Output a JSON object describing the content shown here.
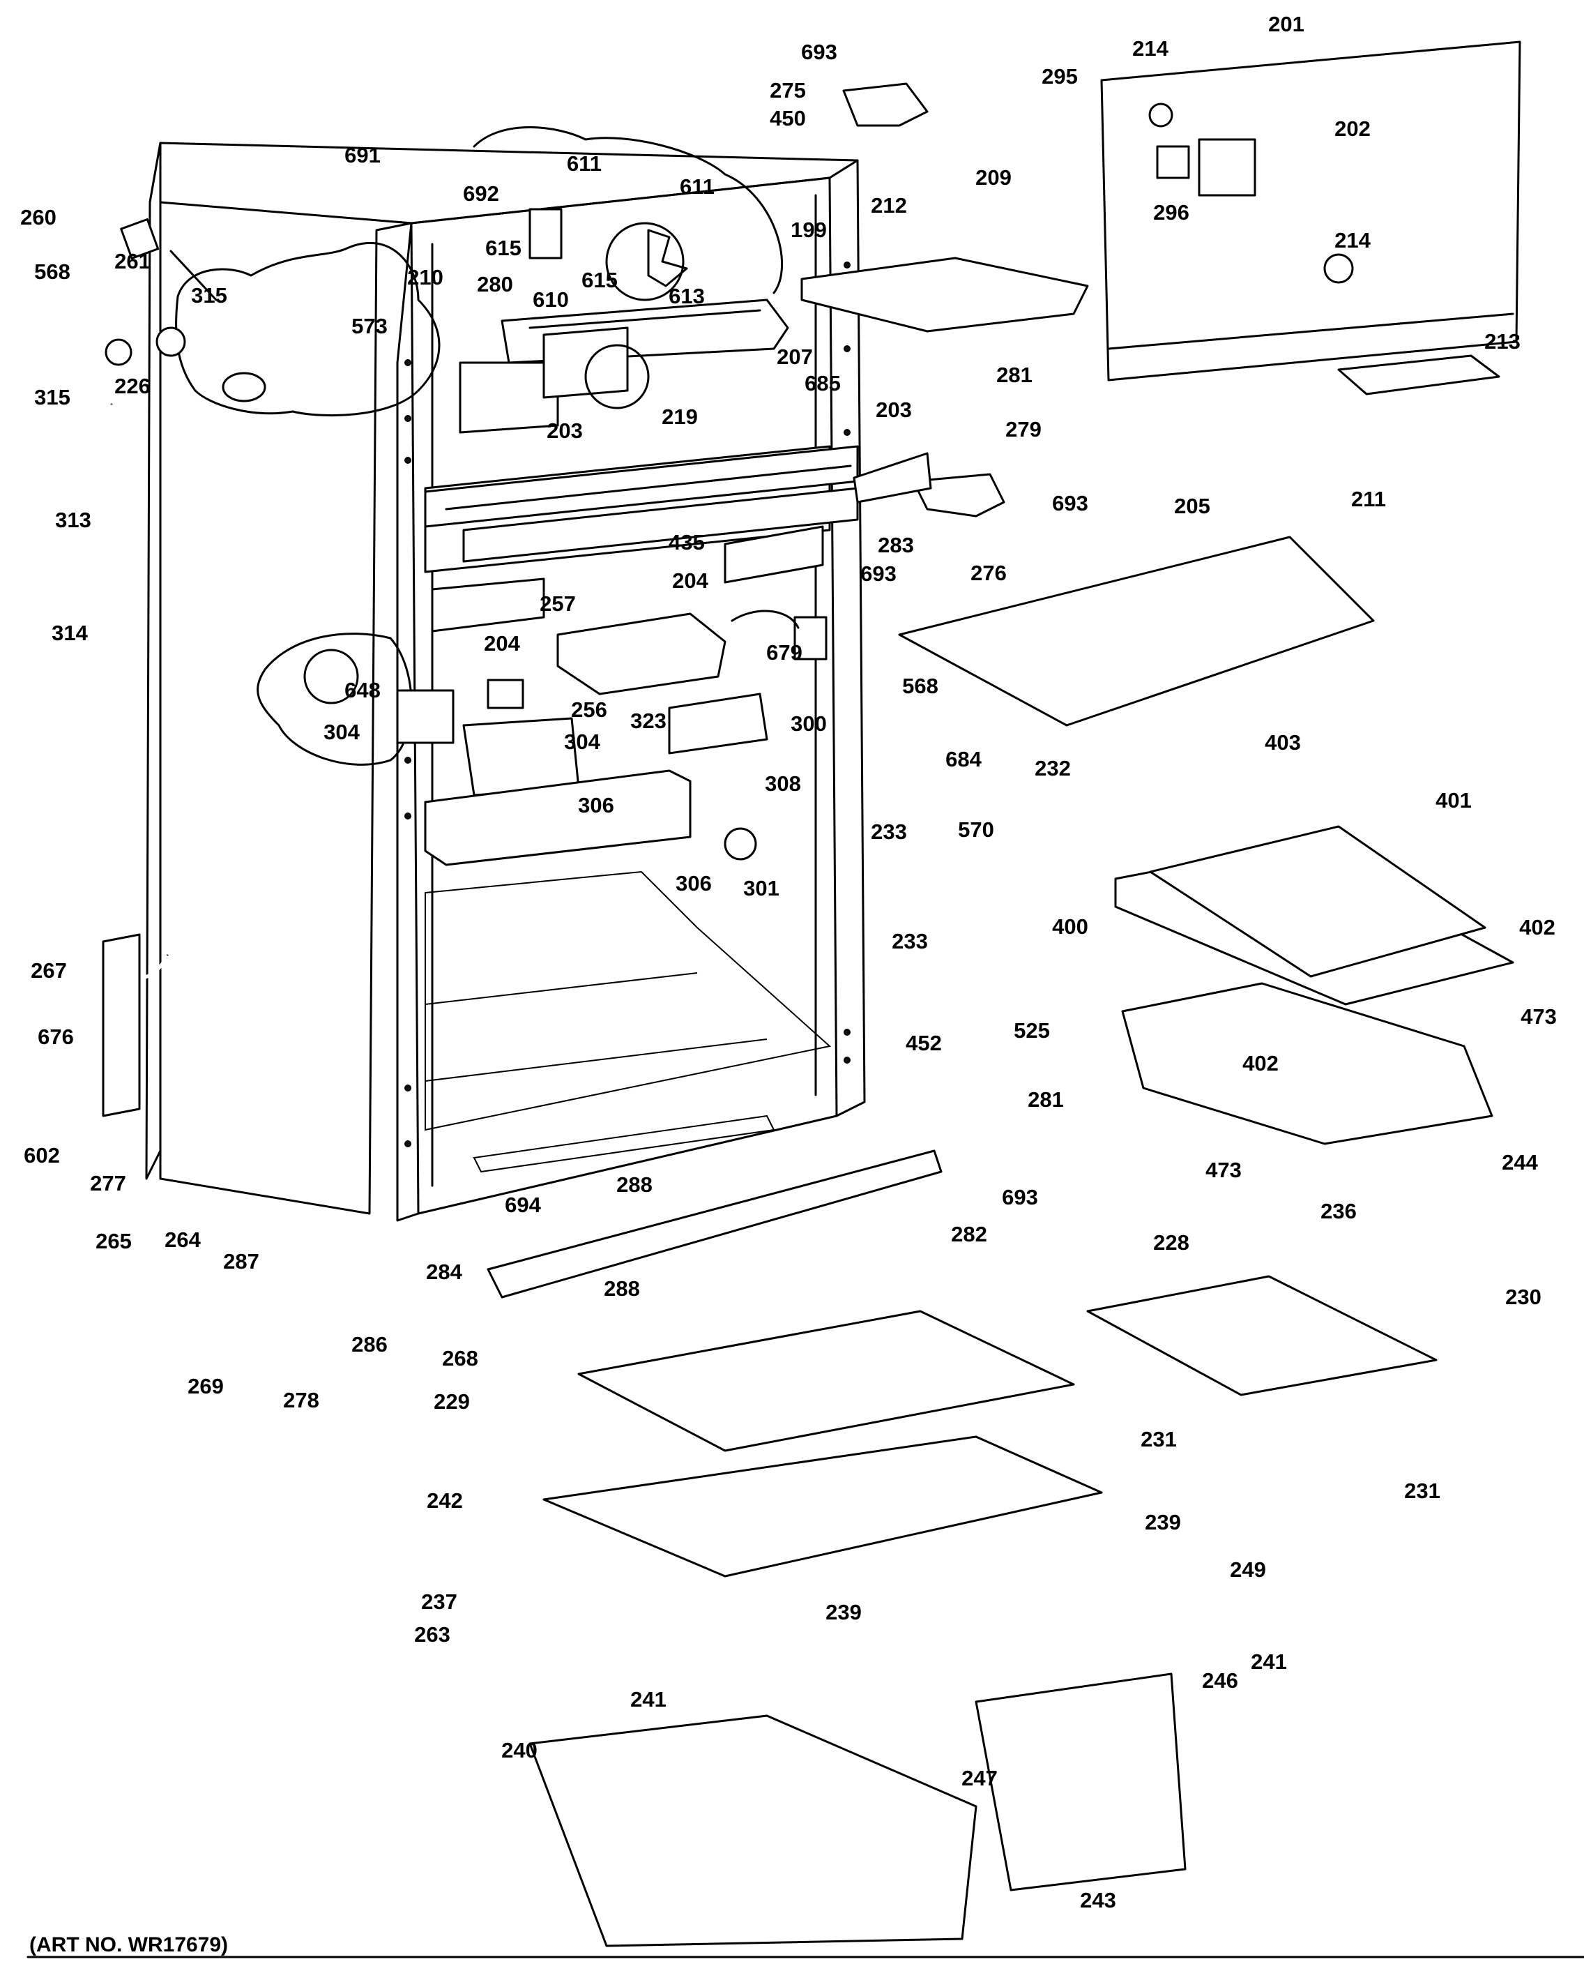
{
  "art_number": "(ART NO. WR17679)",
  "callouts": [
    "693",
    "275",
    "450",
    "201",
    "214",
    "295",
    "202",
    "296",
    "214",
    "213",
    "691",
    "692",
    "611",
    "611",
    "199",
    "212",
    "209",
    "260",
    "261",
    "568",
    "315",
    "315",
    "226",
    "610",
    "615",
    "615",
    "613",
    "210",
    "280",
    "573",
    "207",
    "685",
    "219",
    "203",
    "203",
    "281",
    "279",
    "693",
    "211",
    "283",
    "276",
    "205",
    "435",
    "204",
    "693",
    "204",
    "257",
    "679",
    "568",
    "300",
    "648",
    "304",
    "256",
    "323",
    "304",
    "308",
    "306",
    "306",
    "301",
    "313",
    "314",
    "684",
    "232",
    "570",
    "233",
    "233",
    "403",
    "401",
    "400",
    "402",
    "473",
    "525",
    "402",
    "267",
    "676",
    "452",
    "281",
    "473",
    "244",
    "602",
    "277",
    "288",
    "694",
    "282",
    "693",
    "236",
    "265",
    "264",
    "287",
    "284",
    "288",
    "286",
    "268",
    "269",
    "278",
    "228",
    "230",
    "229",
    "231",
    "231",
    "242",
    "239",
    "249",
    "237",
    "239",
    "241",
    "263",
    "241",
    "246",
    "240",
    "247",
    "243"
  ]
}
